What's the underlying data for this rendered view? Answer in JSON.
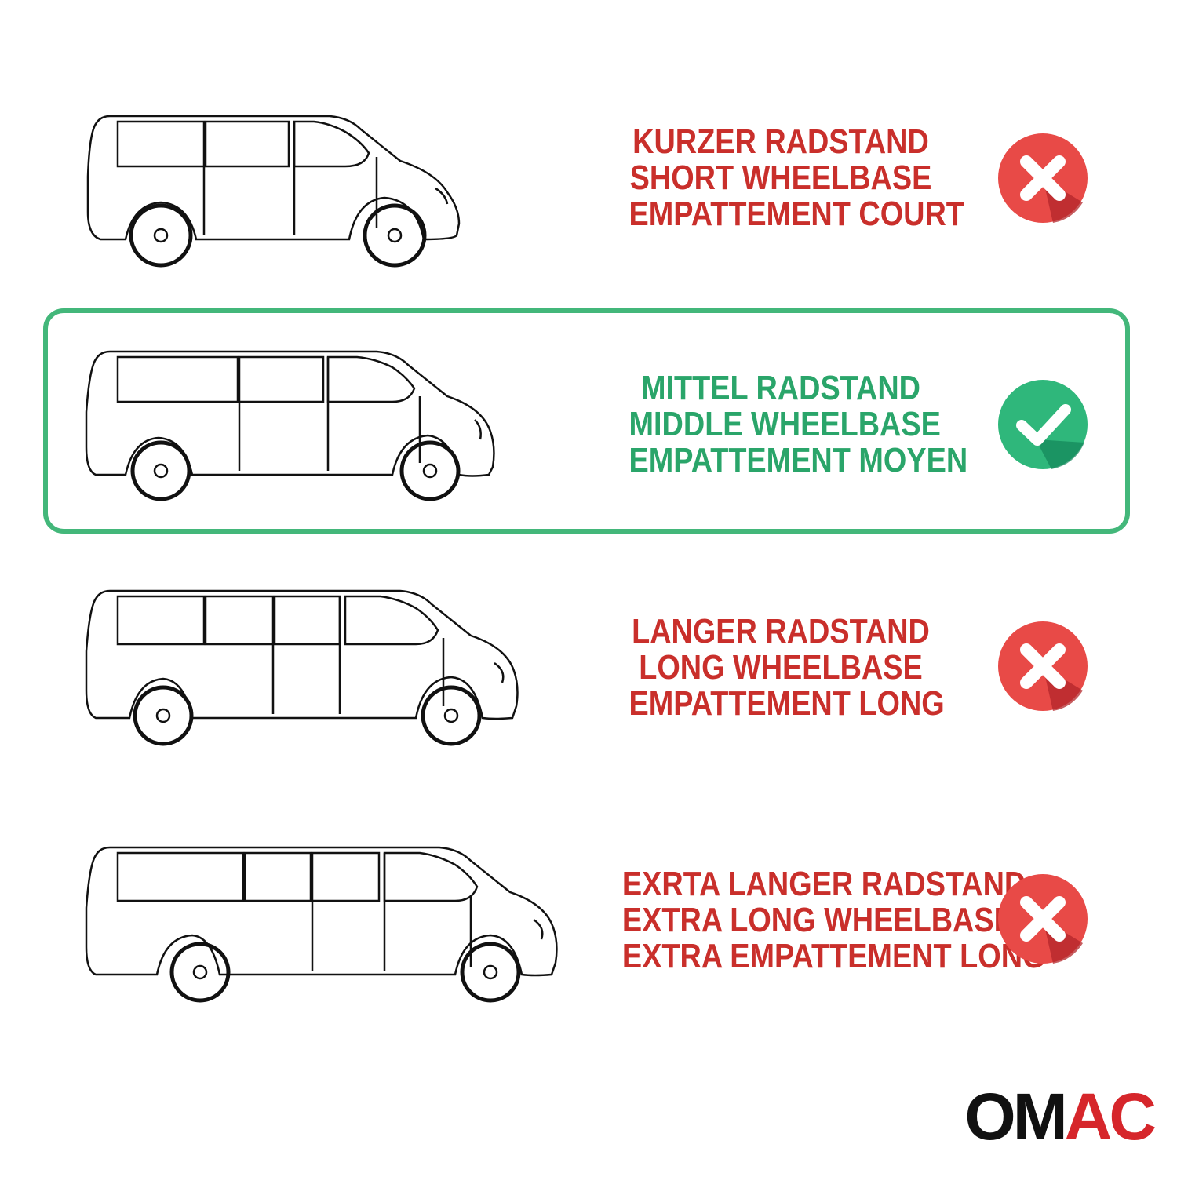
{
  "colors": {
    "red": "#c92f2b",
    "green": "#2aa56a",
    "frame": "#43b77a",
    "icon_red": "#e84a47",
    "icon_green": "#2fb77b"
  },
  "rows": [
    {
      "lines": [
        "KURZER RADSTAND",
        "SHORT WHEELBASE",
        "EMPATTEMENT COURT"
      ],
      "status": "x-icon"
    },
    {
      "lines": [
        "MITTEL RADSTAND",
        "MIDDLE WHEELBASE",
        "EMPATTEMENT MOYEN"
      ],
      "status": "check-icon"
    },
    {
      "lines": [
        "LANGER RADSTAND",
        "LONG WHEELBASE",
        "EMPATTEMENT LONG"
      ],
      "status": "x-icon"
    },
    {
      "lines": [
        "EXRTA LANGER RADSTAND",
        "EXTRA LONG WHEELBASE",
        "EXTRA EMPATTEMENT LONG"
      ],
      "status": "x-icon"
    }
  ],
  "logo": {
    "part1": "OM",
    "part2": "AC"
  }
}
